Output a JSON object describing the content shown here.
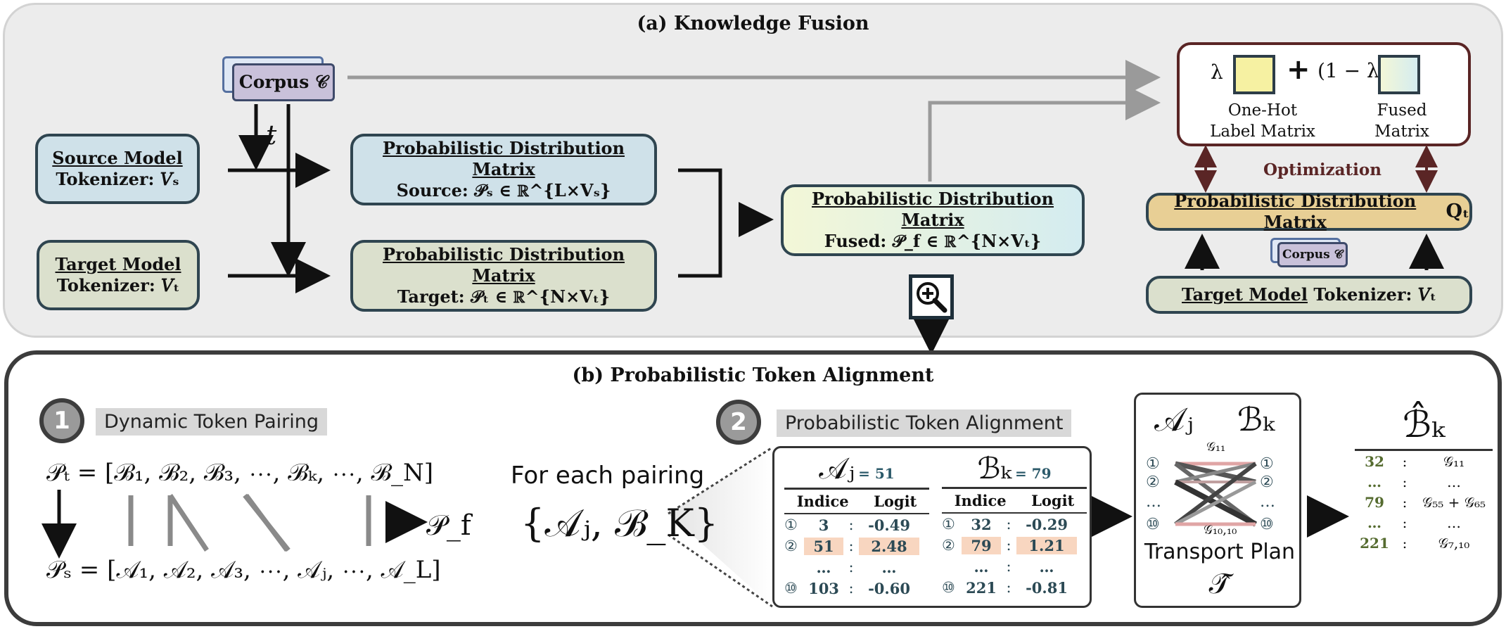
{
  "panel_a": {
    "title": "(a) Knowledge Fusion",
    "corpus_label": "Corpus 𝒞",
    "t_label": "t",
    "source_model": {
      "title": "Source Model",
      "tokenizer": "Tokenizer: 𝑉ₛ"
    },
    "target_model": {
      "title": "Target Model",
      "tokenizer": "Tokenizer: 𝑉ₜ"
    },
    "pdm_source": {
      "title": "Probabilistic Distribution Matrix",
      "formula": "Source:  𝒫ₛ ∈ ℝ^{L×Vₛ}"
    },
    "pdm_target": {
      "title": "Probabilistic Distribution Matrix",
      "formula": "Target:  𝒫ₜ ∈ ℝ^{N×Vₜ}"
    },
    "pdm_fused": {
      "title": "Probabilistic Distribution Matrix",
      "formula": "Fused:  𝒫_f ∈ ℝ^{N×Vₜ}"
    },
    "mix": {
      "lambda": "λ",
      "plus": "+",
      "one_minus_lambda": "(1 − λ)",
      "one_hot": "One-Hot\nLabel Matrix",
      "fused": "Fused\nMatrix"
    },
    "optimization_label": "Optimization",
    "pdm_q": {
      "title": "Probabilistic Distribution Matrix",
      "symbol": "Qₜ"
    },
    "small_corpus": "Corpus 𝒞",
    "target_tokenizer": {
      "title": "Target Model",
      "rest": " Tokenizer: 𝑉ₜ"
    }
  },
  "panel_b": {
    "title": "(b) Probabilistic Token Alignment",
    "step1": {
      "number": "1",
      "label": "Dynamic Token Pairing"
    },
    "pt_seq": "𝒫ₜ = [ℬ₁, ℬ₂, ℬ₃, ⋯, ℬₖ, ⋯, ℬ_N]",
    "ps_seq": "𝒫ₛ = [𝒜₁, 𝒜₂, 𝒜₃, ⋯, 𝒜ⱼ, ⋯, 𝒜_L]",
    "pf_label": "𝒫_f",
    "for_each": "For each pairing",
    "pairing_set": "{𝒜ⱼ, ℬ_K}",
    "step2": {
      "number": "2",
      "label": "Probabilistic Token Alignment"
    },
    "table_a": {
      "head": "𝒜ⱼ",
      "eq": "= 51",
      "cols": [
        "Indice",
        "Logit"
      ],
      "rows": [
        {
          "mark": "①",
          "idx": "3",
          "sep": ":",
          "logit": "-0.49"
        },
        {
          "mark": "②",
          "idx": "51",
          "sep": ":",
          "logit": "2.48"
        },
        {
          "mark": "",
          "idx": "…",
          "sep": ":",
          "logit": "…"
        },
        {
          "mark": "⑩",
          "idx": "103",
          "sep": ":",
          "logit": "-0.60"
        }
      ]
    },
    "table_b": {
      "head": "ℬₖ",
      "eq": "= 79",
      "cols": [
        "Indice",
        "Logit"
      ],
      "rows": [
        {
          "mark": "①",
          "idx": "32",
          "sep": ":",
          "logit": "-0.29"
        },
        {
          "mark": "②",
          "idx": "79",
          "sep": ":",
          "logit": "1.21"
        },
        {
          "mark": "",
          "idx": "…",
          "sep": ":",
          "logit": "…"
        },
        {
          "mark": "⑩",
          "idx": "221",
          "sep": ":",
          "logit": "-0.81"
        }
      ]
    },
    "transport": {
      "a": "𝒜ⱼ",
      "b": "ℬₖ",
      "g11": "𝒢₁₁",
      "g1010": "𝒢₁₀,₁₀",
      "marks_left": [
        "①",
        "②",
        "…",
        "⑩"
      ],
      "marks_right": [
        "①",
        "②",
        "…",
        "⑩"
      ],
      "label": "Transport Plan",
      "symbol": "𝒯̂"
    },
    "result": {
      "head": "ℬ̂ₖ",
      "rows": [
        {
          "idx": "32",
          "sep": ":",
          "val": "𝒢₁₁"
        },
        {
          "idx": "…",
          "sep": ":",
          "val": "…"
        },
        {
          "idx": "79",
          "sep": ":",
          "val": "𝒢₅₅ + 𝒢₆₅"
        },
        {
          "idx": "…",
          "sep": ":",
          "val": "…"
        },
        {
          "idx": "221",
          "sep": ":",
          "val": "𝒢₇,₁₀"
        }
      ]
    }
  }
}
